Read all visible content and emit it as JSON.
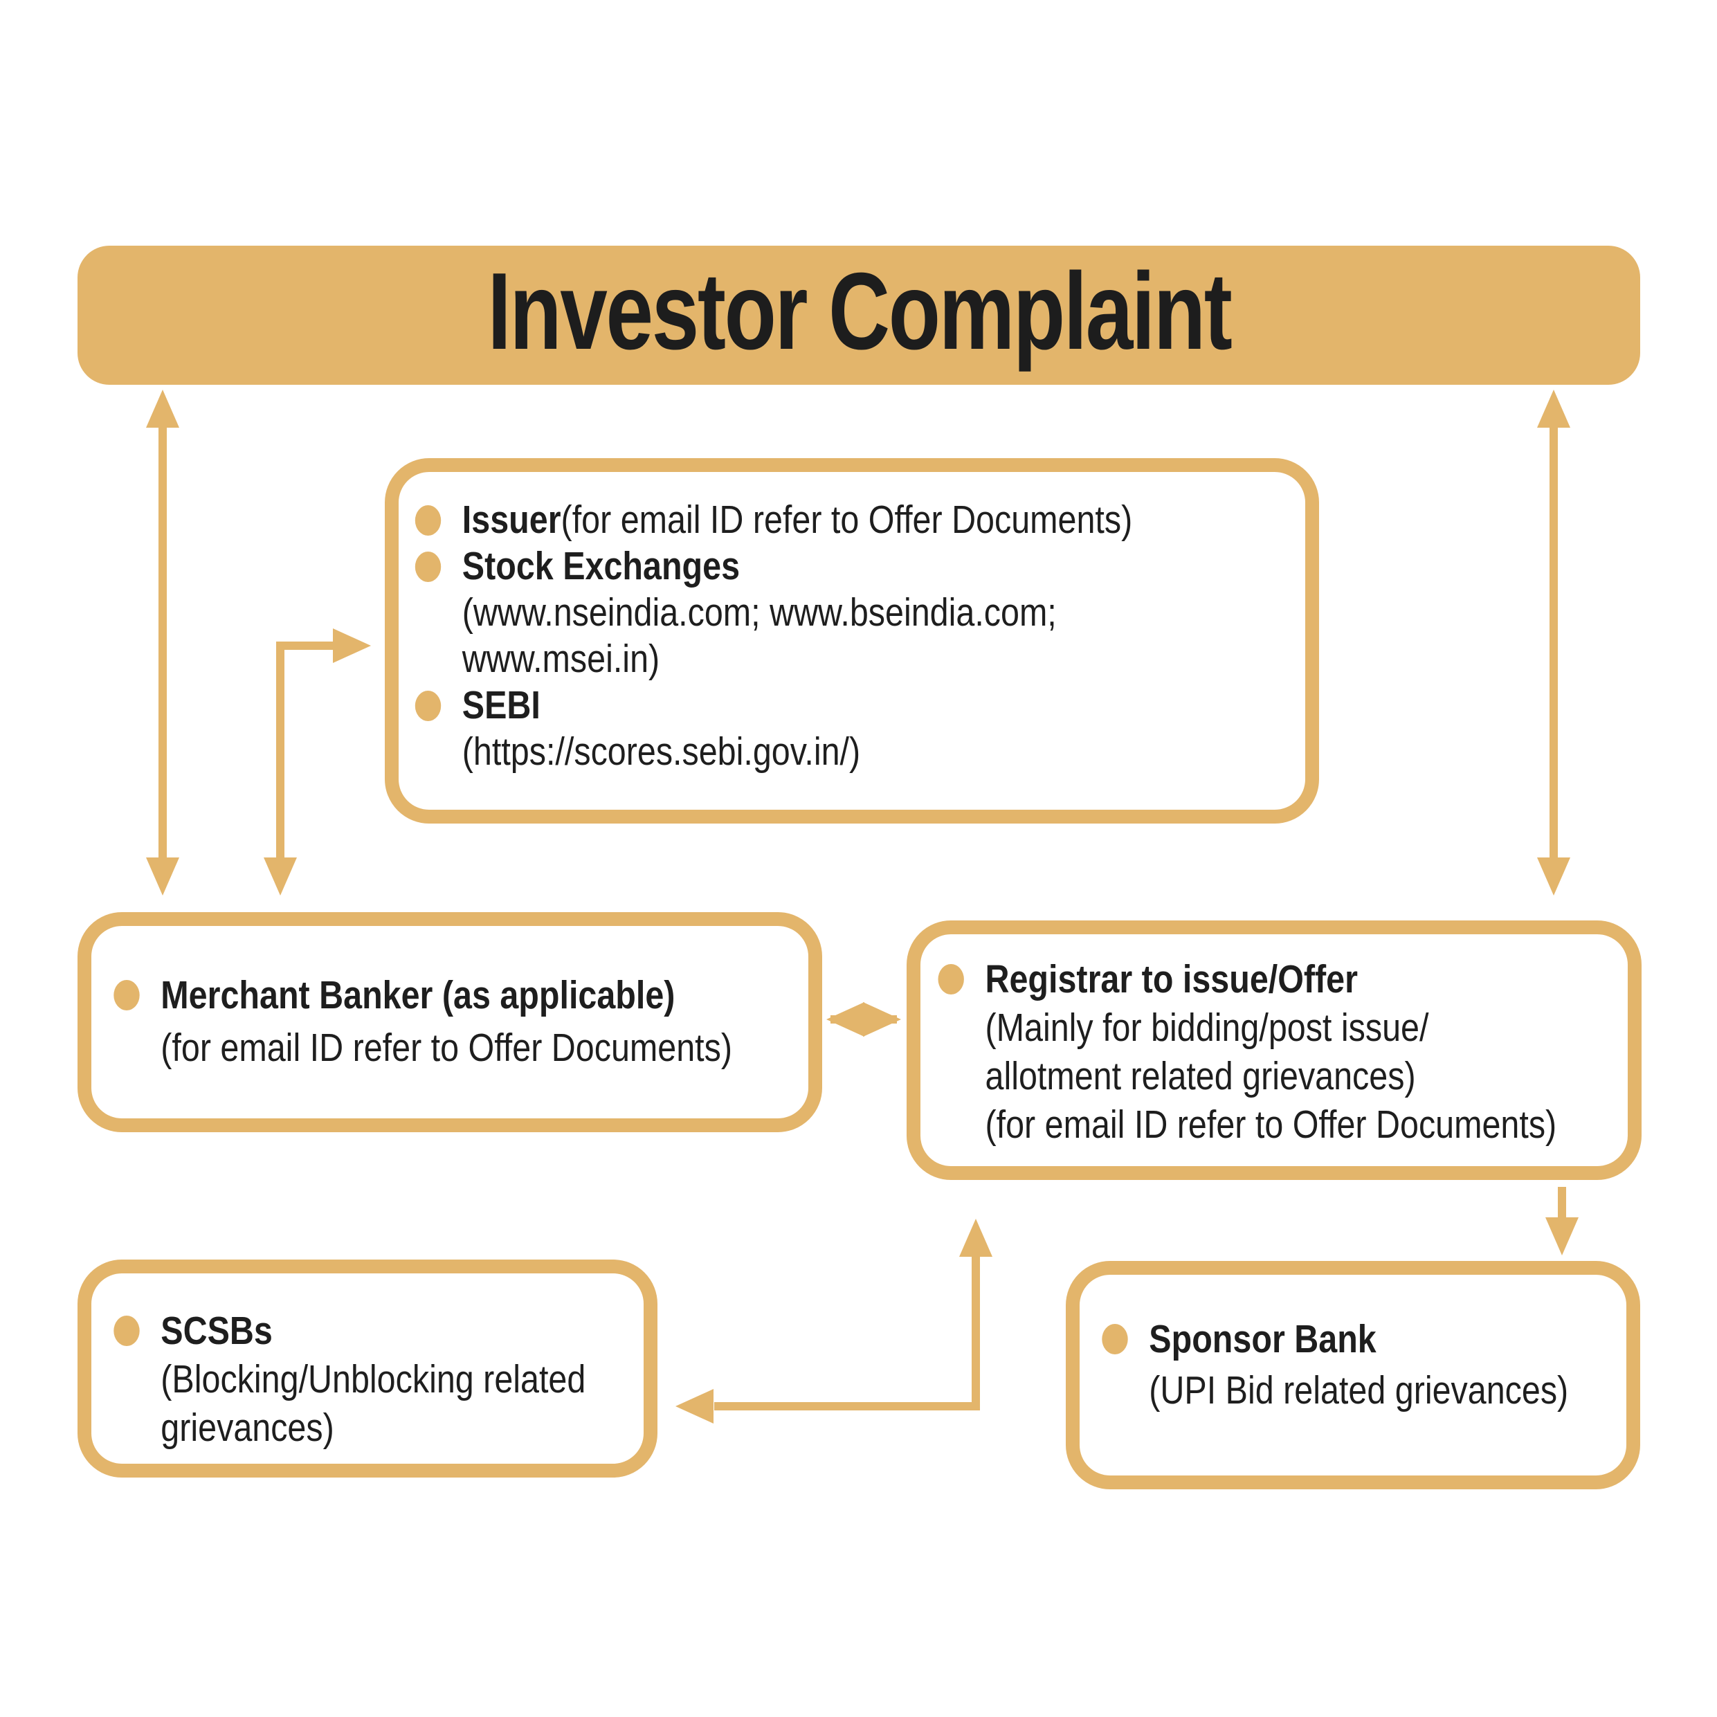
{
  "palette": {
    "gold": "#E3B56B",
    "ink": "#1E1E1E",
    "paper": "#FFFFFF"
  },
  "title": {
    "label": "Investor Complaint"
  },
  "boxes": {
    "escalation": {
      "lines": [
        {
          "strong": "Issuer",
          "text": " (for email ID refer to Offer Documents)"
        },
        {
          "strong": "Stock Exchanges"
        },
        {
          "text": "(www.nseindia.com; www.bseindia.com;"
        },
        {
          "text": "www.msei.in)"
        },
        {
          "strong": "SEBI"
        },
        {
          "text": "(https://scores.sebi.gov.in/)"
        }
      ]
    },
    "merchant_banker": {
      "lines": [
        {
          "strong": "Merchant Banker (as applicable)"
        },
        {
          "text": "(for email ID refer to Offer Documents)"
        }
      ]
    },
    "registrar": {
      "lines": [
        {
          "strong": "Registrar to issue/Offer"
        },
        {
          "text": "(Mainly for bidding/post issue/"
        },
        {
          "text": "allotment related grievances)"
        },
        {
          "text": "(for email ID refer to Offer Documents)"
        }
      ]
    },
    "scsbs": {
      "lines": [
        {
          "strong": "SCSBs"
        },
        {
          "text": "(Blocking/Unblocking related"
        },
        {
          "text": "grievances)"
        }
      ]
    },
    "sponsor_bank": {
      "lines": [
        {
          "strong": "Sponsor Bank"
        },
        {
          "text": "(UPI Bid related grievances)"
        }
      ]
    }
  }
}
